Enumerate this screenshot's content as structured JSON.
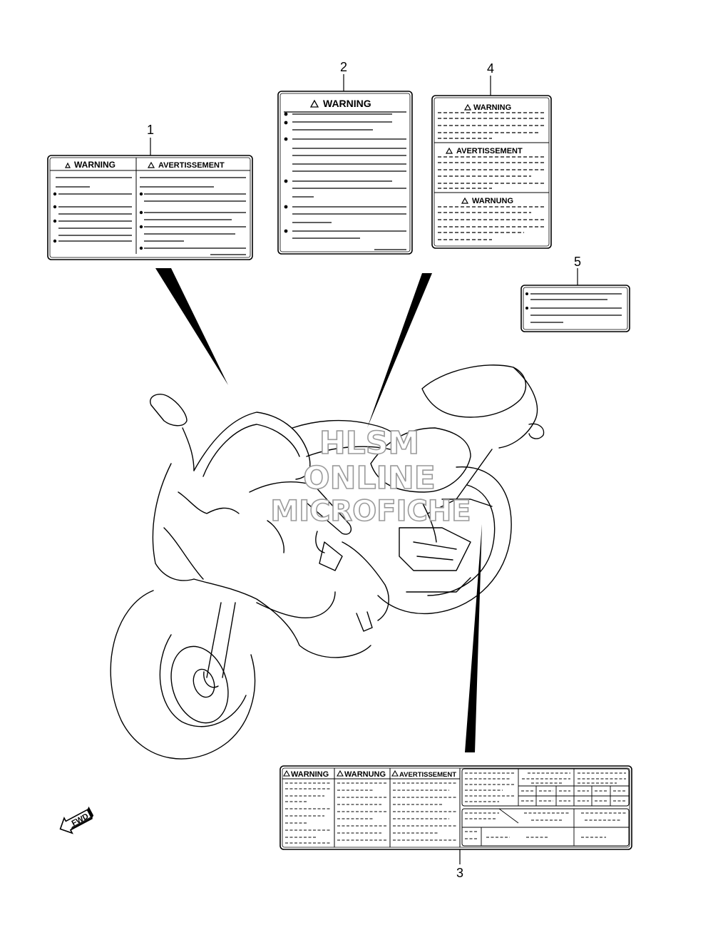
{
  "callouts": [
    "1",
    "2",
    "3",
    "4",
    "5"
  ],
  "labels": {
    "label1": {
      "left_heading": "WARNING",
      "right_heading": "AVERTISSEMENT"
    },
    "label2": {
      "heading": "WARNING"
    },
    "label4": {
      "headings": [
        "WARNING",
        "AVERTISSEMENT",
        "WARNUNG"
      ]
    },
    "label3": {
      "headings": [
        "WARNING",
        "WARNUNG",
        "AVERTISSEMENT"
      ]
    }
  },
  "watermark": {
    "line1": "HLSM",
    "line2": "ONLINE",
    "line3": "MICROFICHE"
  },
  "fwd_label": "FWD",
  "icons": {
    "warning": "warning-triangle-icon",
    "direction": "fwd-arrow-icon"
  }
}
